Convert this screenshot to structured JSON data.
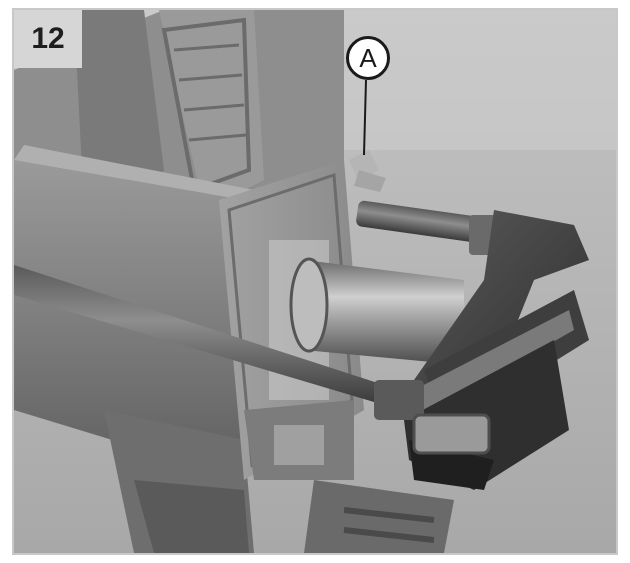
{
  "figure": {
    "step_number": "12",
    "callout_label": "A",
    "illustration_icon": "machine-part-photo"
  },
  "colors": {
    "frame_border": "#c8c8c8",
    "badge_background": "#d6d6d6",
    "badge_text": "#1e1e1e",
    "callout_text": "#1a1a1a"
  }
}
